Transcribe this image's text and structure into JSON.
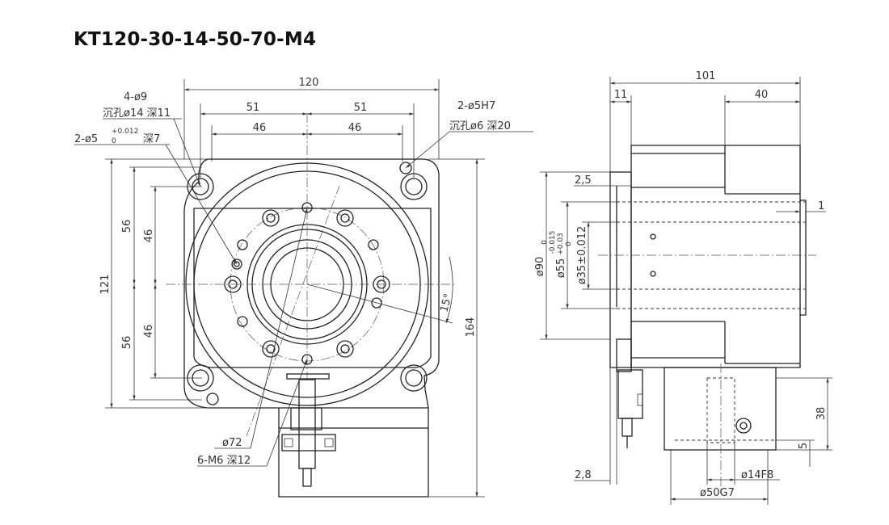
{
  "title": "KT120-30-14-50-70-M4",
  "front_view": {
    "labels": {
      "w120": "120",
      "w51_left": "51",
      "w51_right": "51",
      "w46_left": "46",
      "w46_right": "46",
      "h121": "121",
      "h56_top": "56",
      "h46_top": "46",
      "h56_bottom": "56",
      "h46_bottom": "46",
      "h164": "164",
      "angle": "15°",
      "holes_4": "4-ø9",
      "counterbore_4": "沉孔ø14 深11",
      "pin_2_main": "2-ø5",
      "pin_2_tol_upper": "+0.012",
      "pin_2_tol_lower": "0",
      "pin_2_depth": "深7",
      "pin_2_h7": "2-ø5H7",
      "counterbore_2": "沉孔ø6 深20",
      "pcd72": "ø72",
      "tapped": "6-M6 深12"
    }
  },
  "side_view": {
    "labels": {
      "w101": "101",
      "w11": "11",
      "w40": "40",
      "d2_5": "2,5",
      "d1": "1",
      "d90_main": "ø90",
      "d90_tol_upper": "0",
      "d90_tol_lower": "-0.015",
      "d55_main": "ø55",
      "d55_tol_upper": "+0.03",
      "d55_tol_lower": "0",
      "d35": "ø35±0.012",
      "h38": "38",
      "h5": "5",
      "d2_8": "2,8",
      "d14": "ø14F8",
      "d50": "ø50G7"
    }
  }
}
